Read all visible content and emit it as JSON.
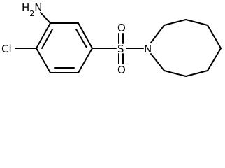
{
  "molecule": {
    "atoms": {
      "amine": "H2N",
      "chlorine": "Cl",
      "sulfur": "S",
      "oxygen_top": "O",
      "oxygen_bottom": "O",
      "nitrogen": "N"
    }
  },
  "colors": {
    "bond": "#000000",
    "background": "#ffffff"
  }
}
